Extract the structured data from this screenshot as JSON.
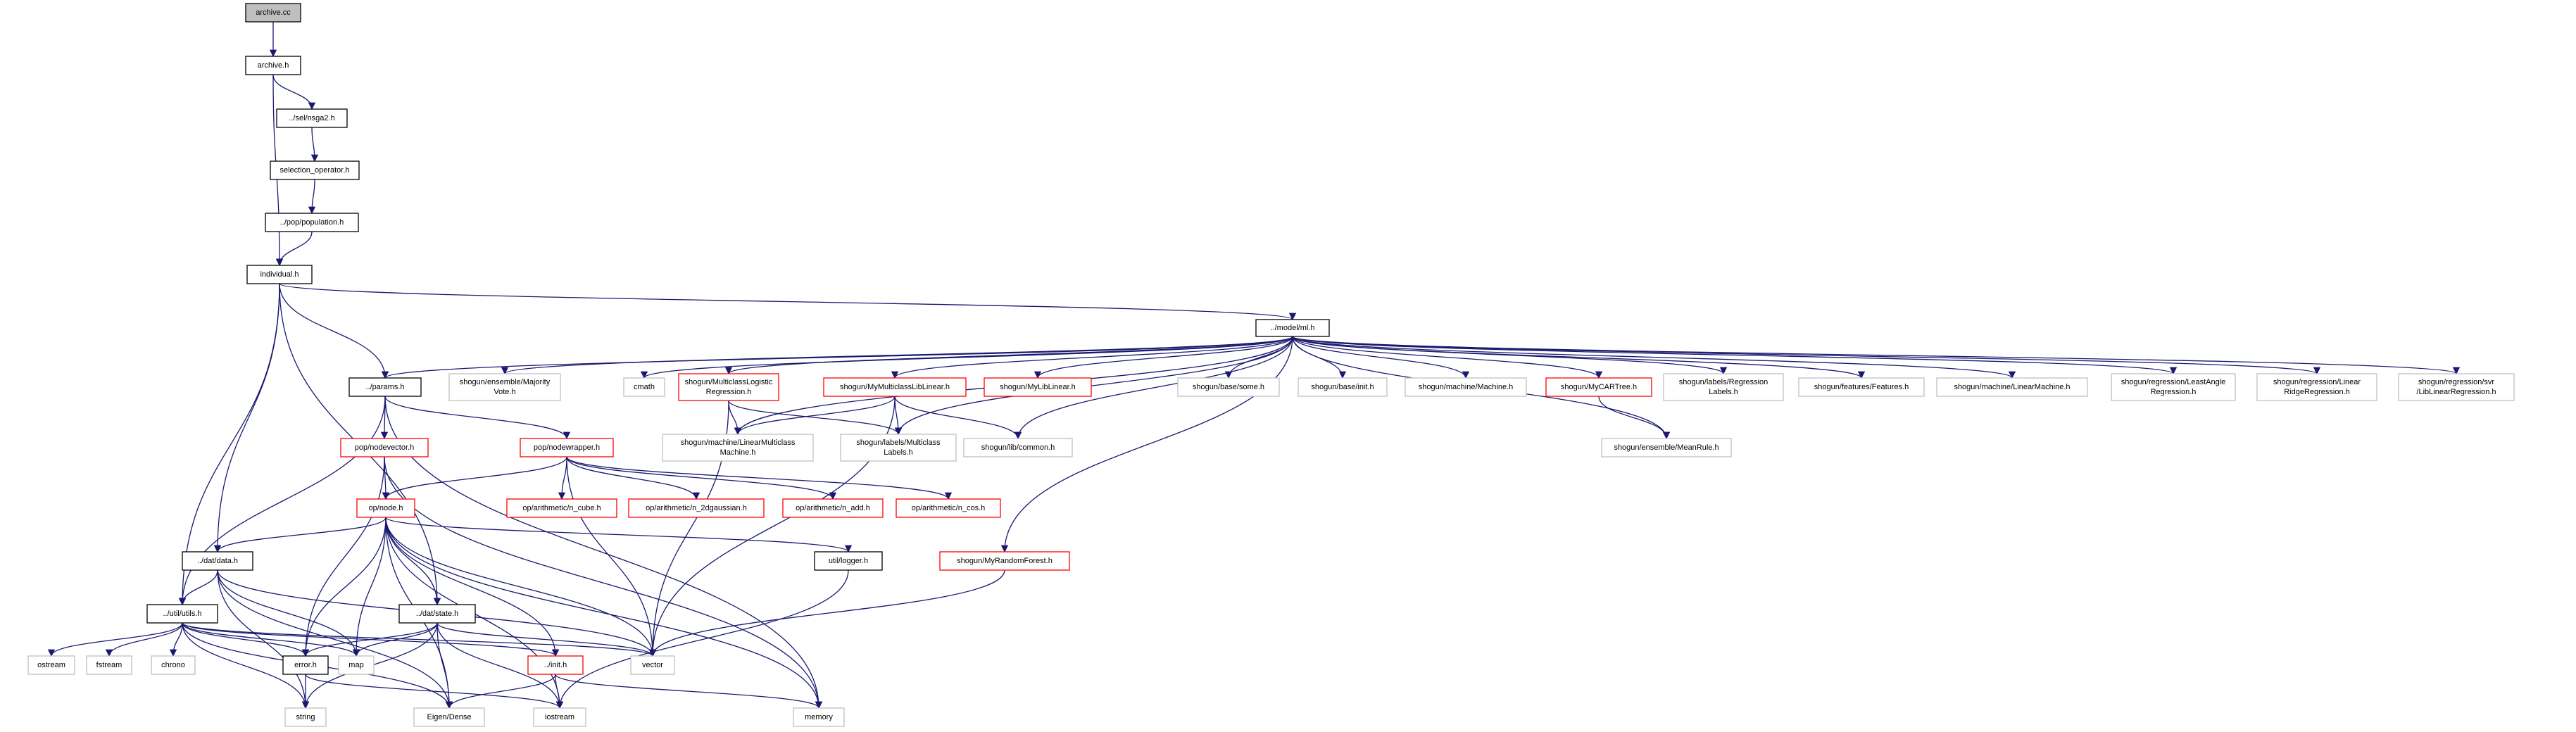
{
  "nodes": [
    {
      "id": "archive_cc",
      "label": [
        "archive.cc"
      ],
      "style": "root"
    },
    {
      "id": "archive_h",
      "label": [
        "archive.h"
      ],
      "style": "local"
    },
    {
      "id": "nsga2",
      "label": [
        "../sel/nsga2.h"
      ],
      "style": "local"
    },
    {
      "id": "selop",
      "label": [
        "selection_operator.h"
      ],
      "style": "local"
    },
    {
      "id": "pop",
      "label": [
        "../pop/population.h"
      ],
      "style": "local"
    },
    {
      "id": "individual",
      "label": [
        "individual.h"
      ],
      "style": "local"
    },
    {
      "id": "ml",
      "label": [
        "../model/ml.h"
      ],
      "style": "local"
    },
    {
      "id": "params",
      "label": [
        "../params.h"
      ],
      "style": "local"
    },
    {
      "id": "majority",
      "label": [
        "shogun/ensemble/Majority",
        "Vote.h"
      ],
      "style": "ext"
    },
    {
      "id": "cmath",
      "label": [
        "cmath"
      ],
      "style": "ext"
    },
    {
      "id": "mlogreg",
      "label": [
        "shogun/MulticlassLogistic",
        "Regression.h"
      ],
      "style": "red"
    },
    {
      "id": "mymclib",
      "label": [
        "shogun/MyMulticlassLibLinear.h"
      ],
      "style": "red"
    },
    {
      "id": "mylib",
      "label": [
        "shogun/MyLibLinear.h"
      ],
      "style": "red"
    },
    {
      "id": "some",
      "label": [
        "shogun/base/some.h"
      ],
      "style": "ext"
    },
    {
      "id": "init_sh",
      "label": [
        "shogun/base/init.h"
      ],
      "style": "ext"
    },
    {
      "id": "machine",
      "label": [
        "shogun/machine/Machine.h"
      ],
      "style": "ext"
    },
    {
      "id": "mycart",
      "label": [
        "shogun/MyCARTree.h"
      ],
      "style": "red"
    },
    {
      "id": "reglabels",
      "label": [
        "shogun/labels/Regression",
        "Labels.h"
      ],
      "style": "ext"
    },
    {
      "id": "features",
      "label": [
        "shogun/features/Features.h"
      ],
      "style": "ext"
    },
    {
      "id": "linmach",
      "label": [
        "shogun/machine/LinearMachine.h"
      ],
      "style": "ext"
    },
    {
      "id": "lars",
      "label": [
        "shogun/regression/LeastAngle",
        "Regression.h"
      ],
      "style": "ext"
    },
    {
      "id": "ridge",
      "label": [
        "shogun/regression/Linear",
        "RidgeRegression.h"
      ],
      "style": "ext"
    },
    {
      "id": "svr",
      "label": [
        "shogun/regression/svr",
        "/LibLinearRegression.h"
      ],
      "style": "ext"
    },
    {
      "id": "linmcm",
      "label": [
        "shogun/machine/LinearMulticlass",
        "Machine.h"
      ],
      "style": "ext"
    },
    {
      "id": "mclabels",
      "label": [
        "shogun/labels/Multiclass",
        "Labels.h"
      ],
      "style": "ext"
    },
    {
      "id": "common",
      "label": [
        "shogun/lib/common.h"
      ],
      "style": "ext"
    },
    {
      "id": "meanrule",
      "label": [
        "shogun/ensemble/MeanRule.h"
      ],
      "style": "ext"
    },
    {
      "id": "nodevector",
      "label": [
        "pop/nodevector.h"
      ],
      "style": "red"
    },
    {
      "id": "nodewrapper",
      "label": [
        "pop/nodewrapper.h"
      ],
      "style": "red"
    },
    {
      "id": "n_cube",
      "label": [
        "op/arithmetic/n_cube.h"
      ],
      "style": "red"
    },
    {
      "id": "n_2dg",
      "label": [
        "op/arithmetic/n_2dgaussian.h"
      ],
      "style": "red"
    },
    {
      "id": "n_add",
      "label": [
        "op/arithmetic/n_add.h"
      ],
      "style": "red"
    },
    {
      "id": "n_cos",
      "label": [
        "op/arithmetic/n_cos.h"
      ],
      "style": "red"
    },
    {
      "id": "opnode",
      "label": [
        "op/node.h"
      ],
      "style": "red"
    },
    {
      "id": "logger",
      "label": [
        "util/logger.h"
      ],
      "style": "local"
    },
    {
      "id": "myrf",
      "label": [
        "shogun/MyRandomForest.h"
      ],
      "style": "red"
    },
    {
      "id": "data",
      "label": [
        "../dat/data.h"
      ],
      "style": "local"
    },
    {
      "id": "utils",
      "label": [
        "../util/utils.h"
      ],
      "style": "local"
    },
    {
      "id": "state",
      "label": [
        "../dat/state.h"
      ],
      "style": "local"
    },
    {
      "id": "ostream",
      "label": [
        "ostream"
      ],
      "style": "ext"
    },
    {
      "id": "fstream",
      "label": [
        "fstream"
      ],
      "style": "ext"
    },
    {
      "id": "chrono",
      "label": [
        "chrono"
      ],
      "style": "ext"
    },
    {
      "id": "error",
      "label": [
        "error.h"
      ],
      "style": "local"
    },
    {
      "id": "map",
      "label": [
        "map"
      ],
      "style": "ext"
    },
    {
      "id": "init_h",
      "label": [
        "../init.h"
      ],
      "style": "red"
    },
    {
      "id": "vector",
      "label": [
        "vector"
      ],
      "style": "ext"
    },
    {
      "id": "string",
      "label": [
        "string"
      ],
      "style": "ext"
    },
    {
      "id": "eigen",
      "label": [
        "Eigen/Dense"
      ],
      "style": "ext"
    },
    {
      "id": "iostream",
      "label": [
        "iostream"
      ],
      "style": "ext"
    },
    {
      "id": "memory",
      "label": [
        "memory"
      ],
      "style": "ext"
    }
  ],
  "edges": [
    [
      "archive_cc",
      "archive_h"
    ],
    [
      "archive_h",
      "nsga2"
    ],
    [
      "archive_h",
      "individual"
    ],
    [
      "nsga2",
      "selop"
    ],
    [
      "selop",
      "pop"
    ],
    [
      "pop",
      "individual"
    ],
    [
      "individual",
      "ml"
    ],
    [
      "individual",
      "params"
    ],
    [
      "individual",
      "data"
    ],
    [
      "individual",
      "utils"
    ],
    [
      "individual",
      "state"
    ],
    [
      "ml",
      "params"
    ],
    [
      "ml",
      "majority"
    ],
    [
      "ml",
      "cmath"
    ],
    [
      "ml",
      "mlogreg"
    ],
    [
      "ml",
      "mymclib"
    ],
    [
      "ml",
      "mylib"
    ],
    [
      "ml",
      "some"
    ],
    [
      "ml",
      "init_sh"
    ],
    [
      "ml",
      "machine"
    ],
    [
      "ml",
      "mycart"
    ],
    [
      "ml",
      "reglabels"
    ],
    [
      "ml",
      "features"
    ],
    [
      "ml",
      "linmach"
    ],
    [
      "ml",
      "lars"
    ],
    [
      "ml",
      "ridge"
    ],
    [
      "ml",
      "svr"
    ],
    [
      "ml",
      "linmcm"
    ],
    [
      "ml",
      "mclabels"
    ],
    [
      "ml",
      "common"
    ],
    [
      "ml",
      "meanrule"
    ],
    [
      "ml",
      "myrf"
    ],
    [
      "mlogreg",
      "linmcm"
    ],
    [
      "mlogreg",
      "mclabels"
    ],
    [
      "mlogreg",
      "vector"
    ],
    [
      "mymclib",
      "linmcm"
    ],
    [
      "mymclib",
      "mclabels"
    ],
    [
      "mymclib",
      "common"
    ],
    [
      "mymclib",
      "vector"
    ],
    [
      "mycart",
      "meanrule"
    ],
    [
      "params",
      "nodevector"
    ],
    [
      "params",
      "nodewrapper"
    ],
    [
      "params",
      "utils"
    ],
    [
      "params",
      "memory"
    ],
    [
      "nodevector",
      "opnode"
    ],
    [
      "nodevector",
      "error"
    ],
    [
      "nodevector",
      "memory"
    ],
    [
      "nodewrapper",
      "opnode"
    ],
    [
      "nodewrapper",
      "n_cube"
    ],
    [
      "nodewrapper",
      "n_2dg"
    ],
    [
      "nodewrapper",
      "n_add"
    ],
    [
      "nodewrapper",
      "n_cos"
    ],
    [
      "nodewrapper",
      "vector"
    ],
    [
      "opnode",
      "data"
    ],
    [
      "opnode",
      "state"
    ],
    [
      "opnode",
      "logger"
    ],
    [
      "opnode",
      "map"
    ],
    [
      "opnode",
      "error"
    ],
    [
      "opnode",
      "vector"
    ],
    [
      "opnode",
      "init_h"
    ],
    [
      "opnode",
      "eigen"
    ],
    [
      "opnode",
      "iostream"
    ],
    [
      "opnode",
      "memory"
    ],
    [
      "data",
      "utils"
    ],
    [
      "data",
      "vector"
    ],
    [
      "data",
      "string"
    ],
    [
      "data",
      "map"
    ],
    [
      "data",
      "eigen"
    ],
    [
      "utils",
      "ostream"
    ],
    [
      "utils",
      "fstream"
    ],
    [
      "utils",
      "chrono"
    ],
    [
      "utils",
      "error"
    ],
    [
      "utils",
      "map"
    ],
    [
      "utils",
      "vector"
    ],
    [
      "utils",
      "init_h"
    ],
    [
      "utils",
      "string"
    ],
    [
      "utils",
      "eigen"
    ],
    [
      "state",
      "map"
    ],
    [
      "state",
      "error"
    ],
    [
      "state",
      "vector"
    ],
    [
      "state",
      "eigen"
    ],
    [
      "state",
      "iostream"
    ],
    [
      "state",
      "string"
    ],
    [
      "error",
      "string"
    ],
    [
      "error",
      "iostream"
    ],
    [
      "init_h",
      "eigen"
    ],
    [
      "init_h",
      "iostream"
    ],
    [
      "init_h",
      "memory"
    ],
    [
      "logger",
      "iostream"
    ],
    [
      "myrf",
      "vector"
    ]
  ]
}
